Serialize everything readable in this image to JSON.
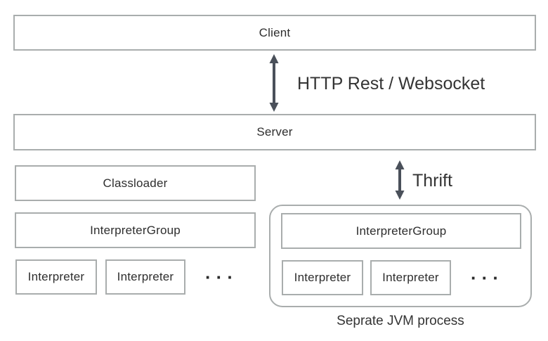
{
  "diagram": {
    "boxes": {
      "client": "Client",
      "server": "Server",
      "classloader": "Classloader"
    },
    "connections": {
      "http": {
        "label": "HTTP Rest / Websocket",
        "arrow_icon": "double-headed-vertical-arrow"
      },
      "thrift": {
        "label": "Thrift",
        "arrow_icon": "double-headed-vertical-arrow"
      }
    },
    "left_group": {
      "group_label": "InterpreterGroup",
      "interpreters": [
        "Interpreter",
        "Interpreter"
      ],
      "ellipsis": "···"
    },
    "right_group": {
      "group_label": "InterpreterGroup",
      "interpreters": [
        "Interpreter",
        "Interpreter"
      ],
      "ellipsis": "···",
      "caption": "Seprate JVM process"
    },
    "colors": {
      "box_border": "#a9adad",
      "arrow": "#4a505a",
      "text": "#2e2e2e",
      "background": "#ffffff"
    }
  }
}
